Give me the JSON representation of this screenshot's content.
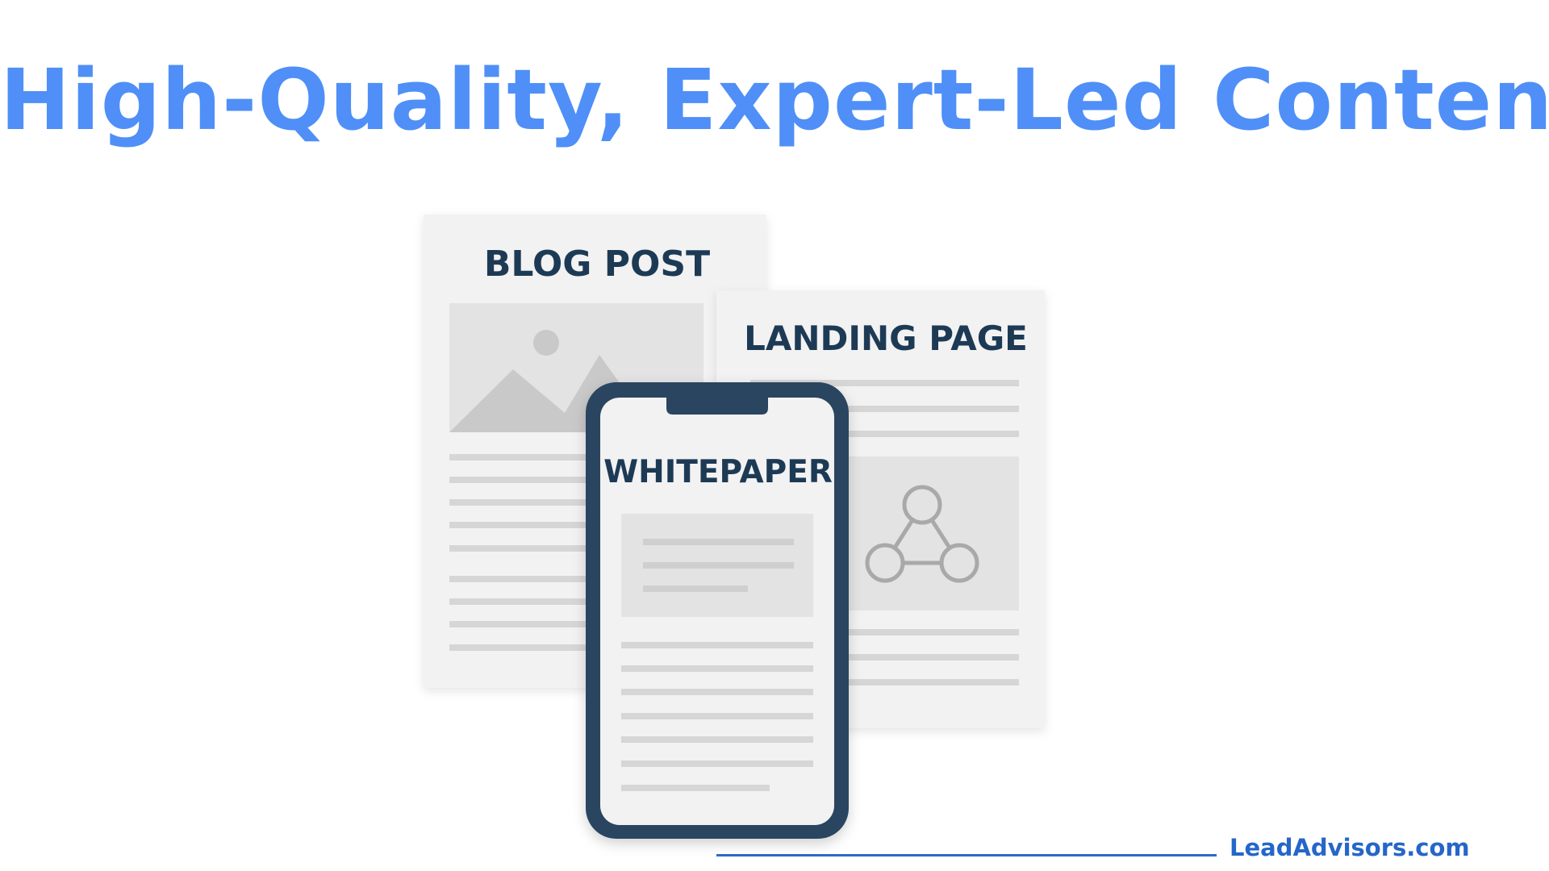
{
  "headline": "High-Quality, Expert-Led Content",
  "cards": {
    "blog_post": {
      "title": "BLOG POST",
      "icon": "image-placeholder-icon"
    },
    "landing_page": {
      "title": "LANDING PAGE",
      "icon": "network-nodes-icon"
    },
    "whitepaper": {
      "title": "WHITEPAPER",
      "device": "smartphone-frame"
    }
  },
  "brand": {
    "name": "LeadAdvisors.com"
  },
  "colors": {
    "headline": "#4f8ff7",
    "card_title": "#1d3a55",
    "phone_frame": "#2a4560",
    "brand": "#2566c9",
    "paper": "#f2f2f2",
    "placeholder": "#e3e3e3",
    "lines": "#d6d6d6"
  }
}
